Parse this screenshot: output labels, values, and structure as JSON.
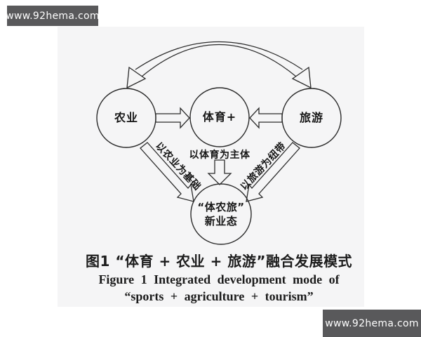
{
  "watermark": {
    "text": "www.92hema.com"
  },
  "diagram": {
    "nodes": {
      "agriculture": "农业",
      "sports": "体育+",
      "tourism": "旅游",
      "fusion": "“体农旅”\n新业态"
    },
    "edge_labels": {
      "sports_main": "以体育为主体",
      "agriculture_base": "以农业为基础",
      "tourism_link": "以旅游为纽带"
    },
    "colors": {
      "panel_bg": "#f5f5f6",
      "stroke": "#2b2b2b",
      "watermark_bg": "#59595b"
    }
  },
  "caption": {
    "zh": "图1  “体育 + 农业 + 旅游”融合发展模式",
    "en_line1": "Figure 1   Integrated development mode of",
    "en_line2": "“sports + agriculture + tourism”"
  }
}
